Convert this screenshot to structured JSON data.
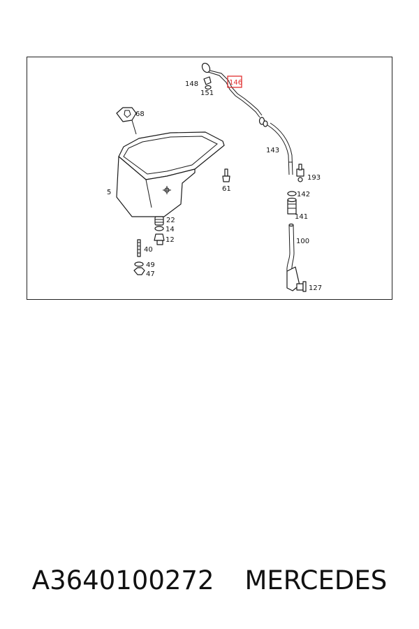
{
  "diagram": {
    "labels": {
      "l146": "146",
      "l148": "148",
      "l151": "151",
      "l68": "68",
      "l143": "143",
      "l193": "193",
      "l142": "142",
      "l141": "141",
      "l5": "5",
      "l61": "61",
      "l22": "22",
      "l14": "14",
      "l12": "12",
      "l100": "100",
      "l40": "40",
      "l49": "49",
      "l47": "47",
      "l127": "127"
    },
    "highlight_color": "#e03030"
  },
  "caption": {
    "part_number": "A3640100272",
    "brand": "MERCEDES"
  }
}
